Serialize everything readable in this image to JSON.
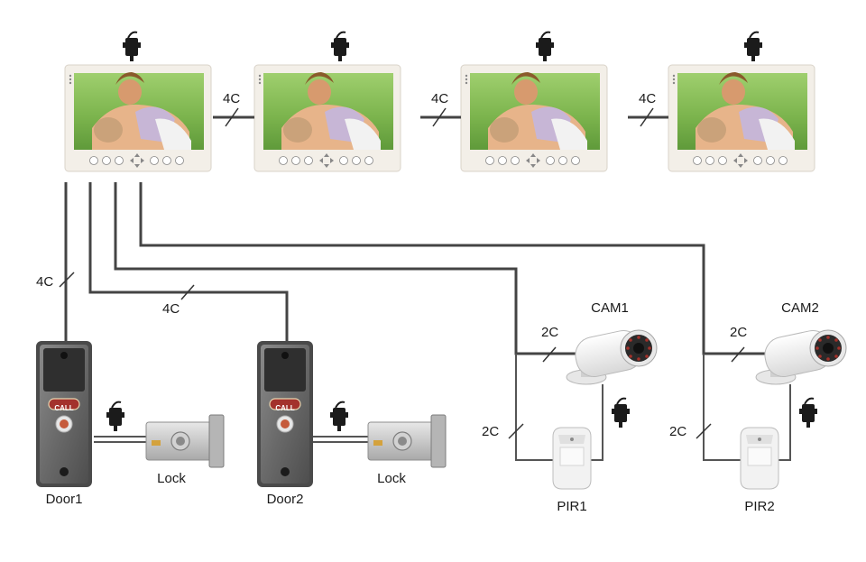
{
  "monitor_count": 4,
  "monitor_links": [
    {
      "label": "4C"
    },
    {
      "label": "4C"
    },
    {
      "label": "4C"
    }
  ],
  "wiring_labels": {
    "door1_line": "4C",
    "door2_line": "4C",
    "cam1_line": "2C",
    "cam2_line": "2C",
    "pir1_line": "2C",
    "pir2_line": "2C"
  },
  "devices": {
    "door1": {
      "name": "Door1",
      "button_text": "CALL"
    },
    "door2": {
      "name": "Door2",
      "button_text": "CALL"
    },
    "lock1": {
      "name": "Lock"
    },
    "lock2": {
      "name": "Lock"
    },
    "cam1": {
      "name": "CAM1"
    },
    "cam2": {
      "name": "CAM2"
    },
    "pir1": {
      "name": "PIR1"
    },
    "pir2": {
      "name": "PIR2"
    }
  },
  "colors": {
    "monitor_body": "#f1ede6",
    "door_panel": "#6f6f6f",
    "call_button": "#a3322c",
    "wire": "#444444"
  },
  "icons": [
    "power-adapter-icon",
    "monitor-screen-image",
    "keypad-icons"
  ]
}
